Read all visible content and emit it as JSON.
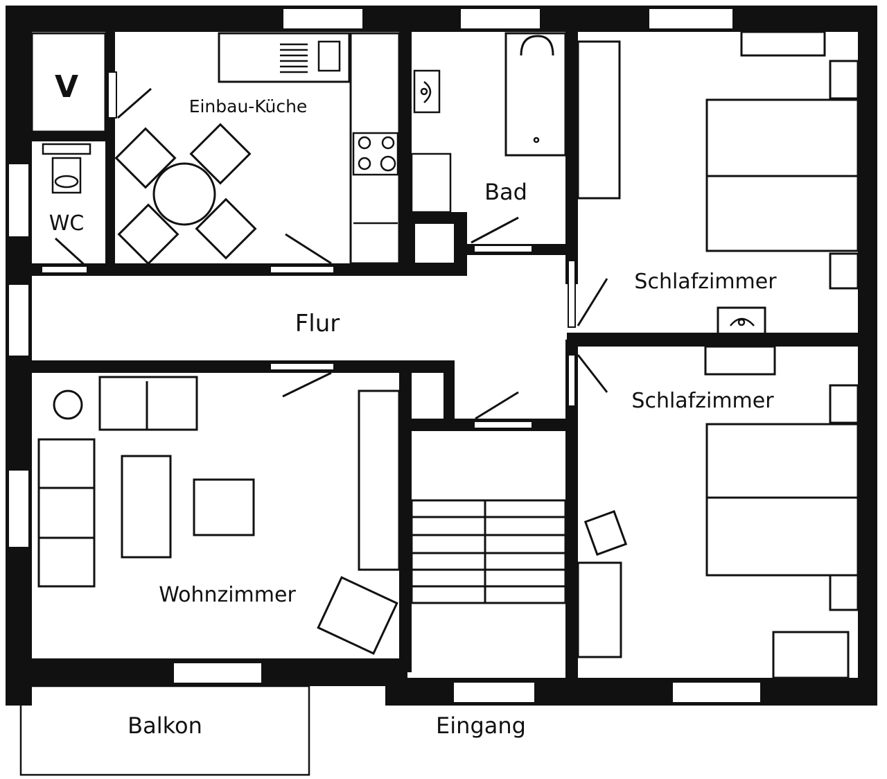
{
  "rooms": {
    "kitchen": "Einbau-Küche",
    "bath": "Bad",
    "wc": "WC",
    "hall": "Flur",
    "bedroom_1": "Schlafzimmer",
    "bedroom_2": "Schlafzimmer",
    "living": "Wohnzimmer",
    "balcony": "Balkon",
    "entrance": "Eingang"
  },
  "marks": {
    "storage": "V"
  },
  "colors": {
    "ink": "#111111",
    "paper": "#ffffff"
  }
}
